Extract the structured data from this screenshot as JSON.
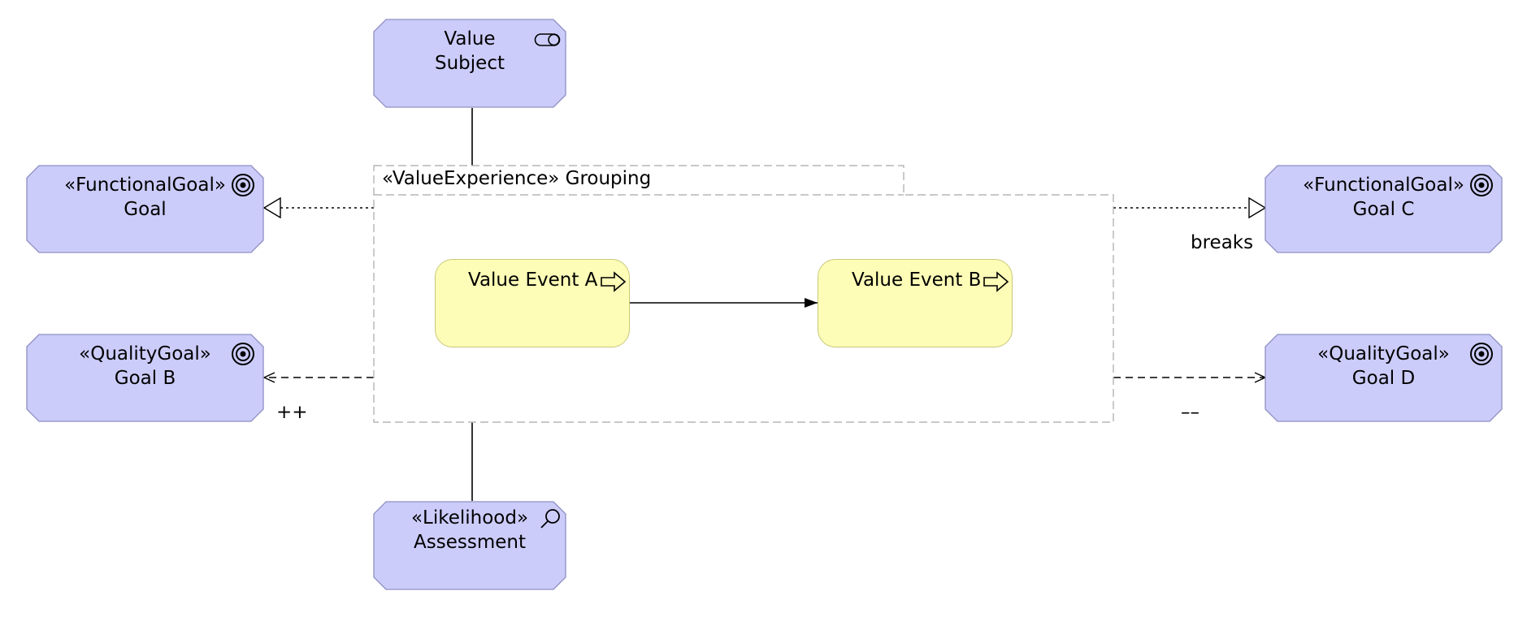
{
  "colors": {
    "element_fill": "#ccccfb",
    "element_stroke": "#8f8fc4",
    "event_fill": "#fdfdb7",
    "group_border": "#b5b5b5"
  },
  "nodes": {
    "value_subject": {
      "line1": "Value",
      "line2": "Subject",
      "icon": "toggle-icon"
    },
    "goal": {
      "line1": "«FunctionalGoal»",
      "line2": "Goal",
      "icon": "target-icon"
    },
    "goal_b": {
      "line1": "«QualityGoal»",
      "line2": "Goal B",
      "icon": "target-icon"
    },
    "goal_c": {
      "line1": "«FunctionalGoal»",
      "line2": "Goal C",
      "icon": "target-icon"
    },
    "goal_d": {
      "line1": "«QualityGoal»",
      "line2": "Goal D",
      "icon": "target-icon"
    },
    "assessment": {
      "line1": "«Likelihood»",
      "line2": "Assessment",
      "icon": "magnifier-icon"
    }
  },
  "group": {
    "label": "«ValueExperience» Grouping"
  },
  "events": {
    "a": {
      "label": "Value Event A",
      "icon": "event-arrow-icon"
    },
    "b": {
      "label": "Value Event B",
      "icon": "event-arrow-icon"
    }
  },
  "edge_labels": {
    "breaks": "breaks",
    "plus_plus": "++",
    "minus_minus": "––"
  }
}
